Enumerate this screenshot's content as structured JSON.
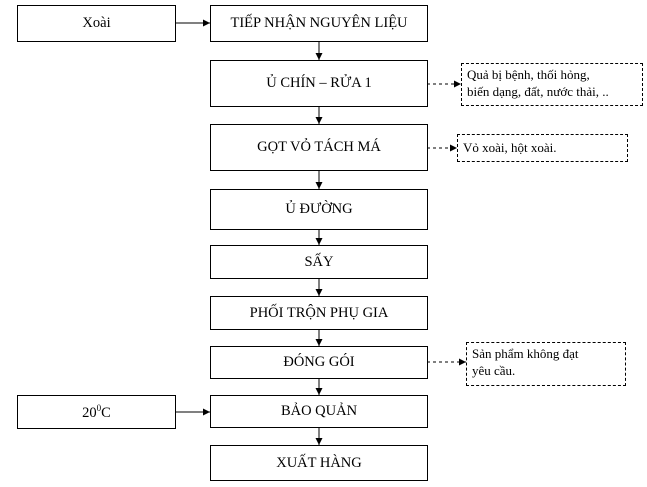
{
  "inputs": {
    "raw": "Xoài",
    "temp_value": "20",
    "temp_sup": "0",
    "temp_unit": "C"
  },
  "steps": [
    "TIẾP NHẬN NGUYÊN LIỆU",
    "Ủ CHÍN – RỬA 1",
    "GỌT VỎ TÁCH MÁ",
    "Ủ ĐƯỜNG",
    "SẤY",
    "PHỐI TRỘN PHỤ GIA",
    "ĐÓNG GÓI",
    "BẢO QUẢN",
    "XUẤT HÀNG"
  ],
  "notes": {
    "ripen_wash": [
      "Quả bị bệnh, thối hỏng,",
      "biến dạng, đất, nước thải, .."
    ],
    "peel": [
      "Vỏ xoài, hột xoài."
    ],
    "pack": [
      "Sản phẩm không đạt",
      "yêu cầu."
    ]
  }
}
